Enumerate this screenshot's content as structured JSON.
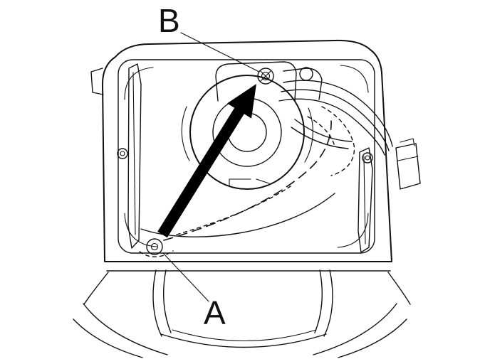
{
  "figure": {
    "type": "technical-line-diagram",
    "labels": {
      "a": "A",
      "b": "B"
    },
    "callouts": [
      {
        "label": "B",
        "points_to": "screw-at-top-of-center-hub"
      },
      {
        "label": "A",
        "points_to": "pivot-hole-lower-left"
      }
    ],
    "arrow": {
      "meaning": "direction-arrow from point A toward point B",
      "fill": "#000000"
    },
    "colors": {
      "line": "#111111",
      "background": "#ffffff",
      "arrow_fill": "#000000"
    }
  }
}
